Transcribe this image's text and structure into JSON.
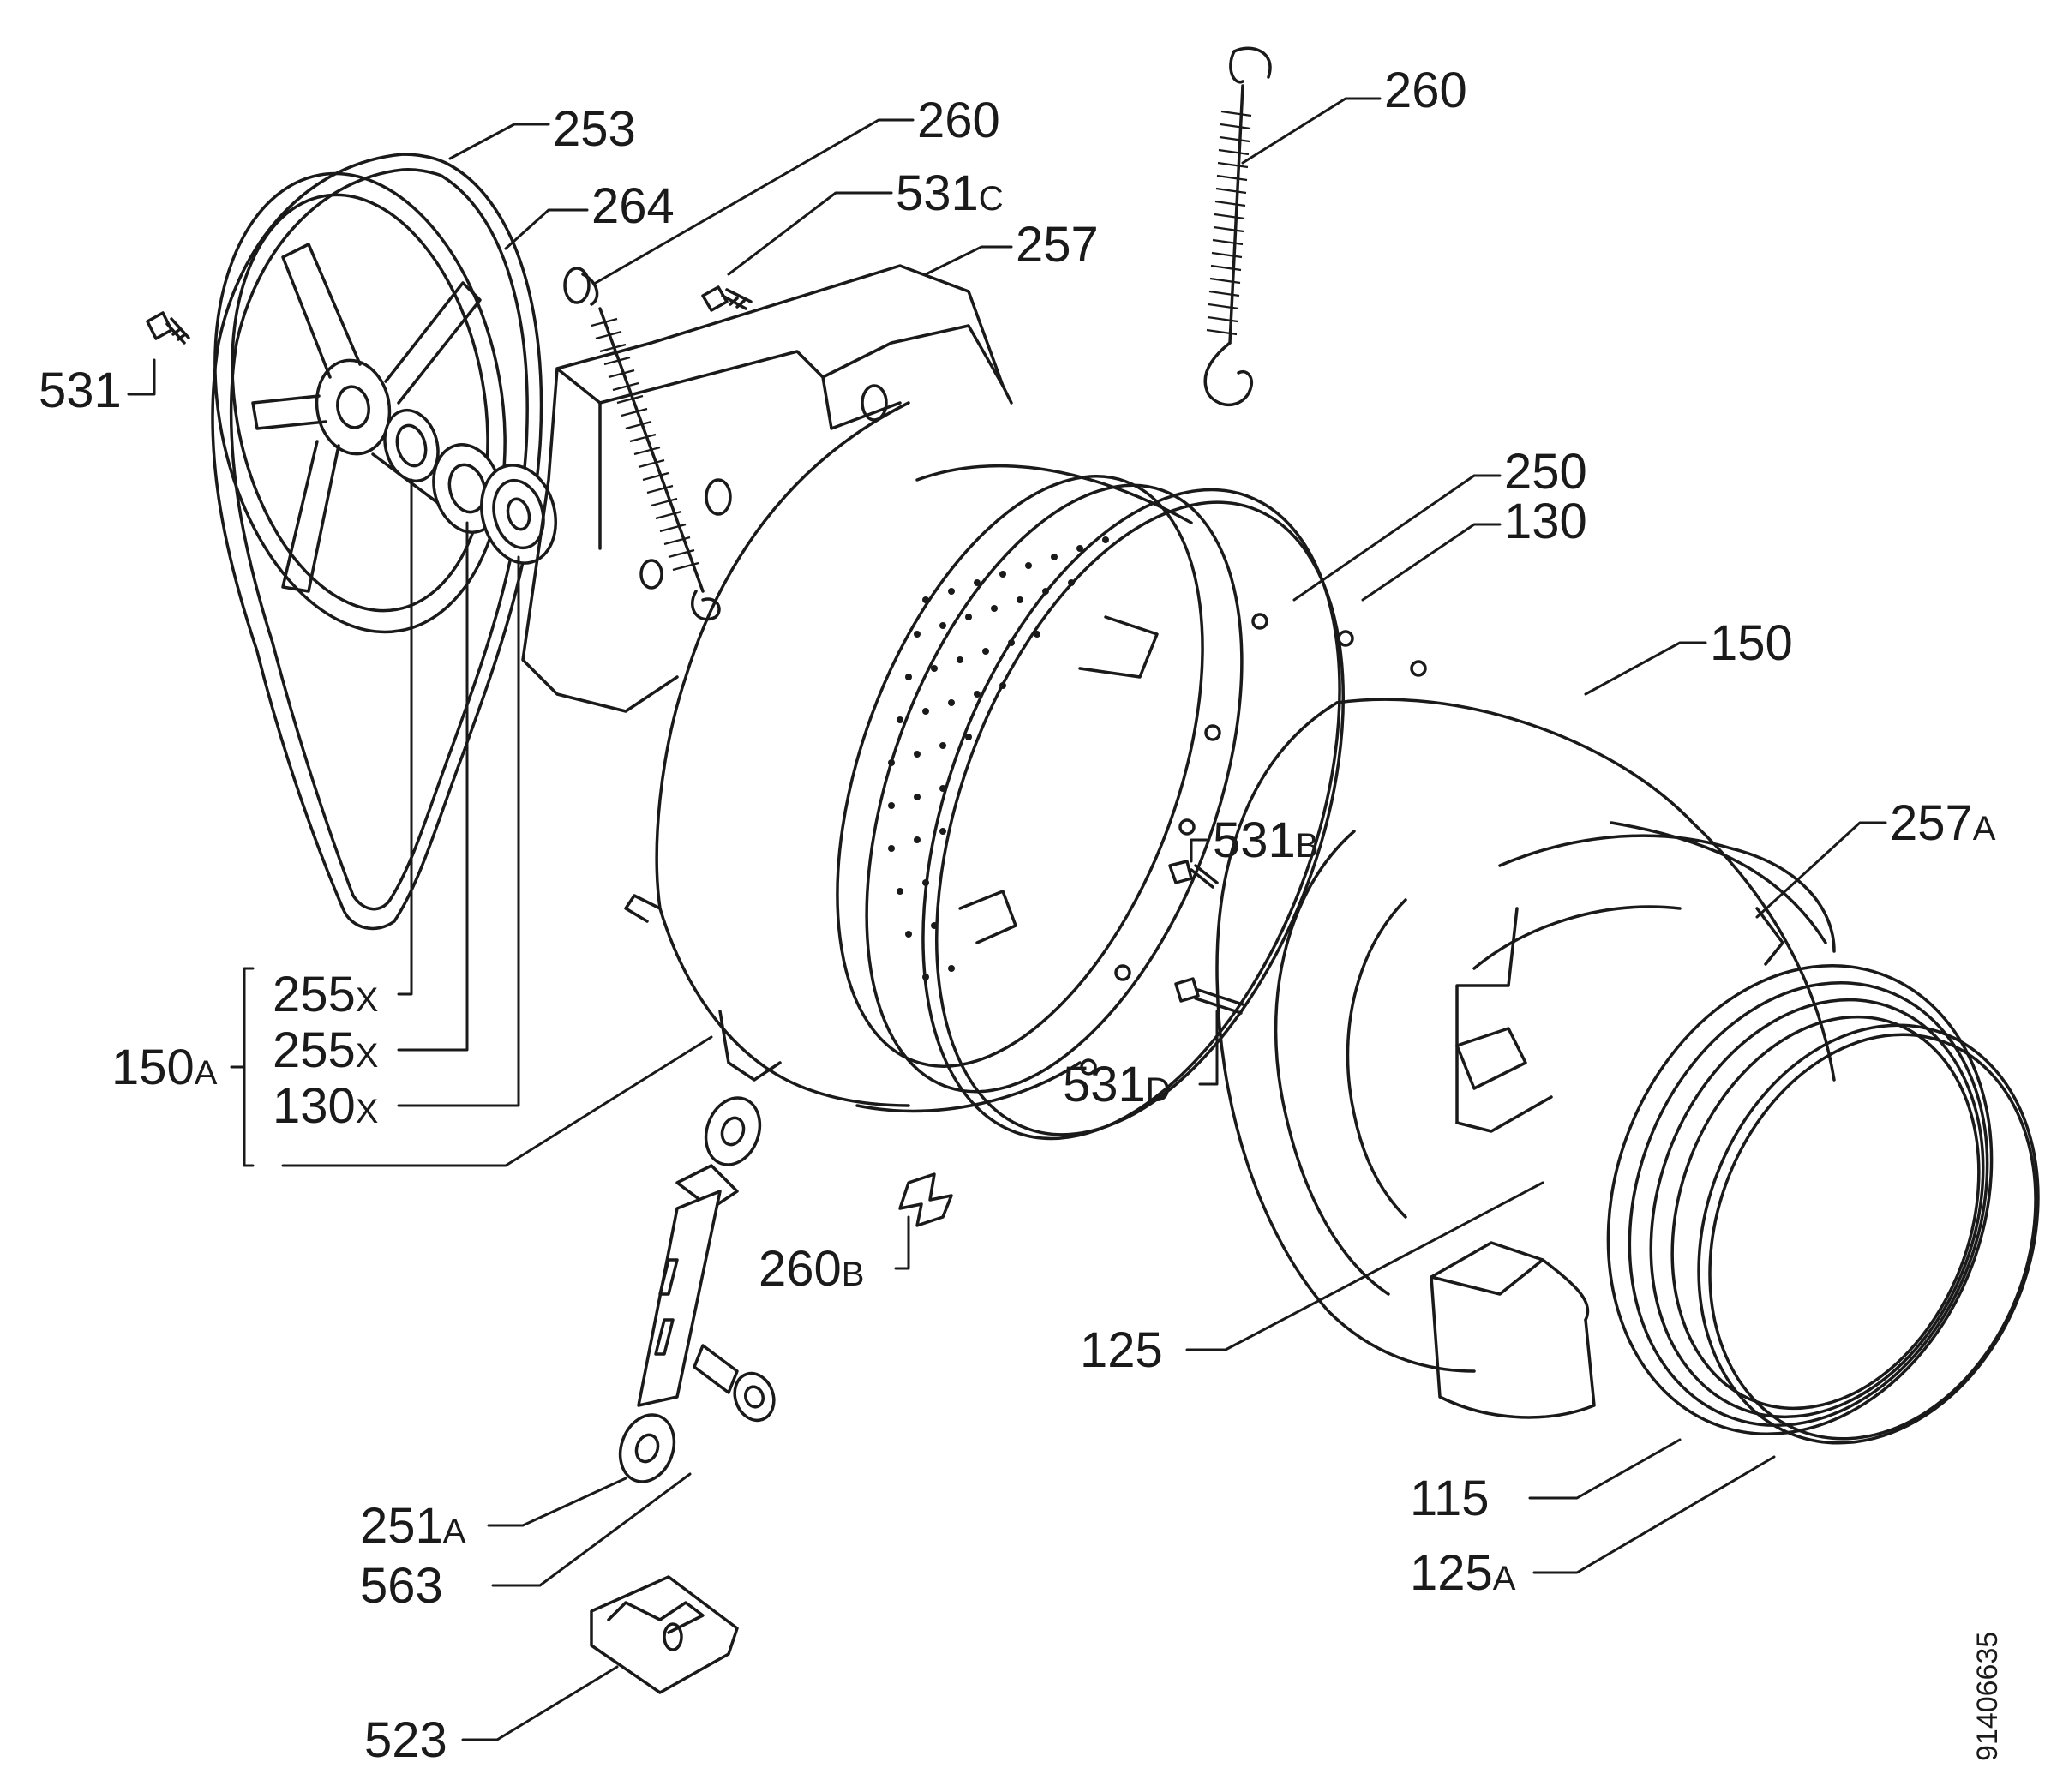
{
  "diagram": {
    "document_number": "91406635",
    "accent_color": "#1a1a1a",
    "background_color": "#ffffff",
    "parts": {
      "pulley": "253",
      "belt": "264",
      "screw_pulley": "531",
      "spring_rear": "260",
      "screw_c": "531",
      "screw_c_suffix": "C",
      "rear_tub": "257",
      "spring_top": "260",
      "drum": "250",
      "tub_seal": "130",
      "front_tub": "150",
      "screw_b": "531",
      "screw_b_suffix": "B",
      "weight_clip": "257",
      "weight_clip_suffix": "A",
      "bearing_1": "255",
      "bearing_1_suffix": "X",
      "bearing_2": "255",
      "bearing_2_suffix": "X",
      "seal_x": "130",
      "seal_x_suffix": "X",
      "tub_assembly": "150",
      "tub_assembly_suffix": "A",
      "screw_d": "531",
      "screw_d_suffix": "D",
      "clip": "260",
      "clip_suffix": "B",
      "counterweight": "125",
      "door_gasket": "115",
      "gasket_ring": "125",
      "gasket_ring_suffix": "A",
      "shock_absorber": "251",
      "shock_absorber_suffix": "A",
      "bolt": "563",
      "support": "523"
    }
  }
}
